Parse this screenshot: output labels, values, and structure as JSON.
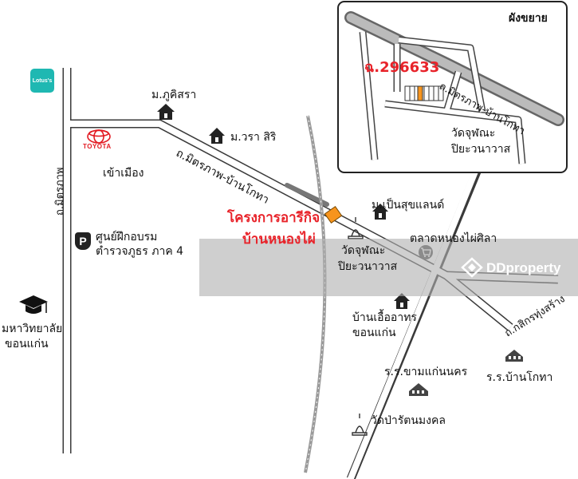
{
  "labels": {
    "inset_title": "ผังขยาย",
    "inset_plot_no": "ฉ.296633",
    "inset_road": "ถ.มิตรภาพ-บ้านโกทา",
    "inset_temple_1": "วัดจุฬณะ",
    "inset_temple_2": "ปิยะวนาวาส",
    "road_left": "ถ.มิตรภาพ",
    "road_main": "ถ.มิตรภาพ-บ้านโกทา",
    "road_right": "ถ.กสิกรทุ่งสร้าง",
    "village_phukhisa": "ม.ภูคิสรา",
    "village_wara": "ม.วรา สิริ",
    "village_pen": "ม.เป็นสุขแลนด์",
    "khao_mueang": "เข้าเมือง",
    "training_1": "ศูนย์ฝึกอบรม",
    "training_2": "ตำรวจภูธร ภาค 4",
    "univ_1": "มหาวิทยาลัย",
    "univ_2": "ขอนแก่น",
    "project_1": "โครงการอารีกิจ",
    "project_2": "บ้านหนองไผ่",
    "temple_1": "วัดจุฬณะ",
    "temple_2": "ปิยะวนาวาส",
    "market": "ตลาดหนองไผ่ศิลา",
    "baan_eua_1": "บ้านเอื้ออาทร",
    "baan_eua_2": "ขอนแก่น",
    "school_kham": "ร.ร.ขามแก่นนคร",
    "school_kotha": "ร.ร.บ้านโกทา",
    "temple_rattana": "วัดป่ารัตนมงคล",
    "lotus_logo": "Lotus's",
    "toyota_logo": "TOYOTA",
    "watermark": "DDproperty",
    "parking_badge": "P"
  },
  "colors": {
    "road_fill": "#ffffff",
    "road_stroke": "#3a3a3a",
    "project_highlight": "#f7941d",
    "plot_red": "#e8232a",
    "lotus_teal": "#1fb8b2",
    "toyota_red": "#e21a22"
  },
  "icons": [
    "house-icon",
    "temple-icon",
    "school-icon",
    "graduation-cap-icon",
    "cart-icon",
    "parking-icon",
    "railway-icon"
  ]
}
